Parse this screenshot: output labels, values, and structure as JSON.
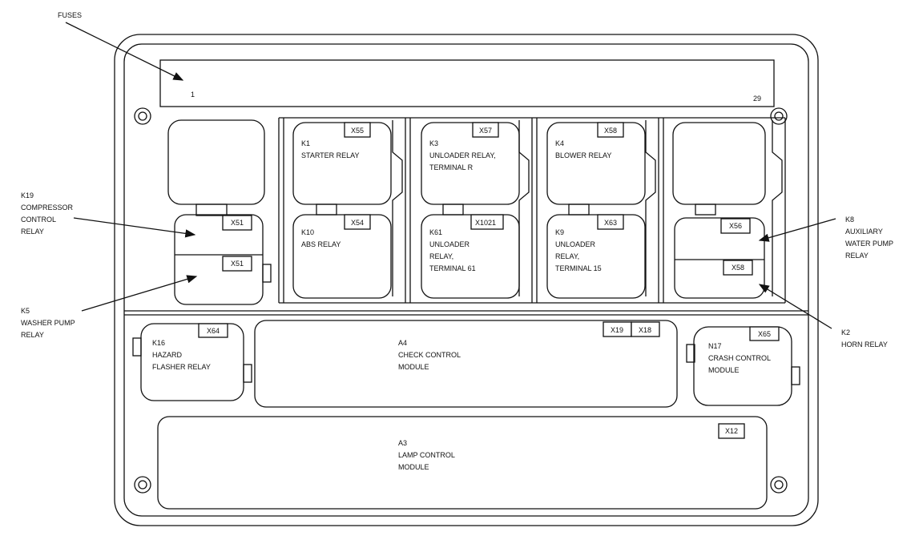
{
  "fuses": {
    "label": "FUSES",
    "first": "1",
    "last": "29"
  },
  "relays": {
    "k1": {
      "id": "K1",
      "name": [
        "STARTER RELAY"
      ],
      "connector": "X55"
    },
    "k10": {
      "id": "K10",
      "name": [
        "ABS RELAY"
      ],
      "connector": "X54"
    },
    "k3": {
      "id": "K3",
      "name": [
        "UNLOADER RELAY,",
        "TERMINAL R"
      ],
      "connector": "X57"
    },
    "k61": {
      "id": "K61",
      "name": [
        "UNLOADER",
        "RELAY,",
        "TERMINAL 61"
      ],
      "connector": "X1021"
    },
    "k4": {
      "id": "K4",
      "name": [
        "BLOWER RELAY"
      ],
      "connector": "X58"
    },
    "k9": {
      "id": "K9",
      "name": [
        "UNLOADER",
        "RELAY,",
        "TERMINAL 15"
      ],
      "connector": "X63"
    },
    "k19": {
      "id": "K19",
      "name": [
        "COMPRESSOR",
        "CONTROL",
        "RELAY"
      ],
      "connector": "X51"
    },
    "k5": {
      "id": "K5",
      "name": [
        "WASHER PUMP",
        "RELAY"
      ],
      "connector": "X51"
    },
    "k8": {
      "id": "K8",
      "name": [
        "AUXILIARY",
        "WATER PUMP",
        "RELAY"
      ],
      "connector": "X56"
    },
    "k2": {
      "id": "K2",
      "name": [
        "HORN RELAY"
      ],
      "connector": "X58"
    },
    "k16": {
      "id": "K16",
      "name": [
        "HAZARD",
        "FLASHER RELAY"
      ],
      "connector": "X64"
    }
  },
  "modules": {
    "a4": {
      "id": "A4",
      "name": [
        "CHECK CONTROL",
        "MODULE"
      ],
      "connectors": [
        "X19",
        "X18"
      ]
    },
    "n17": {
      "id": "N17",
      "name": [
        "CRASH CONTROL",
        "MODULE"
      ],
      "connector": "X65"
    },
    "a3": {
      "id": "A3",
      "name": [
        "LAMP CONTROL",
        "MODULE"
      ],
      "connector": "X12"
    }
  }
}
